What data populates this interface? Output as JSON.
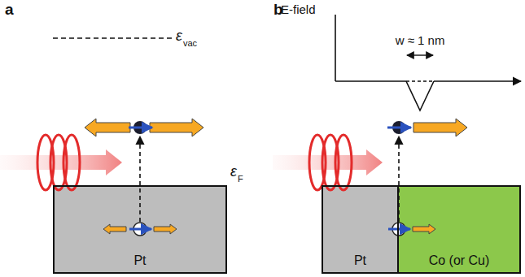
{
  "diagram": {
    "nodes": [
      {
        "text": [
          "Pt"
        ]
      },
      {
        "text": [
          "Pt"
        ]
      },
      {
        "text": [
          "Co (or Cu)"
        ]
      }
    ],
    "labels": [
      "a",
      "b",
      "ε",
      "vac",
      "ε",
      "F",
      "E-field",
      "w ≈ 1 nm"
    ]
  }
}
